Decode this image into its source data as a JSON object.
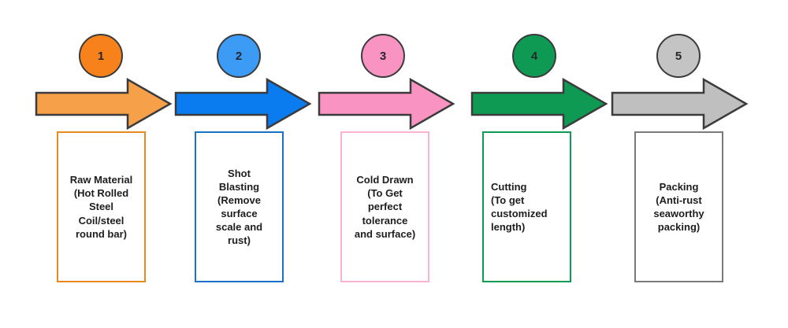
{
  "diagram": {
    "type": "process-flow",
    "title": "",
    "orientation": "left-to-right",
    "step_count": 5,
    "steps": [
      {
        "number": "1",
        "name": "Raw Material",
        "label": "Raw Material\n(Hot Rolled\nSteel\nCoil/steel\nround bar)",
        "color": "#F7901E",
        "arrow_fill": "#F6A04A",
        "box_border": "#E98A1F",
        "circle_fill": "#F7821B",
        "text_align": "center"
      },
      {
        "number": "2",
        "name": "Shot Blasting",
        "label": "Shot\nBlasting\n(Remove\nsurface\nscale and\nrust)",
        "color": "#0F7FF0",
        "arrow_fill": "#0A7CF0",
        "box_border": "#1A72C8",
        "circle_fill": "#3B9BF5",
        "text_align": "center"
      },
      {
        "number": "3",
        "name": "Cold Drawn",
        "label": "Cold Drawn\n(To Get\nperfect\ntolerance\nand surface)",
        "color": "#F994C2",
        "arrow_fill": "#F994C2",
        "box_border": "#F7B3D0",
        "circle_fill": "#F994C2",
        "text_align": "center"
      },
      {
        "number": "4",
        "name": "Cutting",
        "label": "Cutting\n(To get\ncustomized\nlength)",
        "color": "#0E9A52",
        "arrow_fill": "#0E9A52",
        "box_border": "#0E9A52",
        "circle_fill": "#0E9A52",
        "text_align": "left"
      },
      {
        "number": "5",
        "name": "Packing",
        "label": "Packing\n(Anti-rust\nseaworthy\npacking)",
        "color": "#BFBFBF",
        "arrow_fill": "#BFBFBF",
        "box_border": "#7A7A7A",
        "circle_fill": "#C4C4C4",
        "text_align": "center"
      }
    ],
    "style": {
      "background": "#FFFFFF",
      "outline": "#3B3B3B",
      "text_color": "#1D1D1F"
    }
  }
}
